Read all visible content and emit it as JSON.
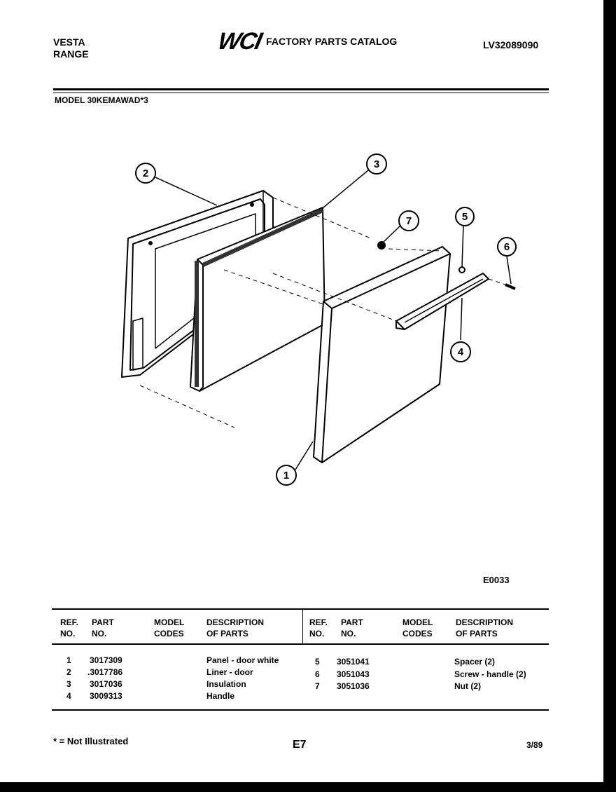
{
  "header": {
    "brand": "VESTA",
    "product": "RANGE",
    "logo_text": "WCI",
    "catalog_title": "FACTORY PARTS CATALOG",
    "catalog_number": "LV32089090"
  },
  "model": "MODEL 30KEMAWAD*3",
  "diagram": {
    "callouts": [
      "1",
      "2",
      "3",
      "4",
      "5",
      "6",
      "7"
    ],
    "code": "E0033"
  },
  "table": {
    "headers": {
      "ref_no": [
        "REF.",
        "NO."
      ],
      "part_no": [
        "PART",
        "NO."
      ],
      "model_codes": [
        "MODEL",
        "CODES"
      ],
      "description": [
        "DESCRIPTION",
        "OF PARTS"
      ]
    },
    "left_rows": [
      {
        "ref": "1",
        "part": "3017309",
        "codes": "",
        "desc": "Panel - door white"
      },
      {
        "ref": "2",
        "part": ".3017786",
        "codes": "",
        "desc": "Liner - door"
      },
      {
        "ref": "3",
        "part": "3017036",
        "codes": "",
        "desc": "Insulation"
      },
      {
        "ref": "4",
        "part": "3009313",
        "codes": "",
        "desc": "Handle"
      }
    ],
    "right_rows": [
      {
        "ref": "5",
        "part": "3051041",
        "codes": "",
        "desc": "Spacer (2)"
      },
      {
        "ref": "6",
        "part": "3051043",
        "codes": "",
        "desc": "Screw - handle (2)"
      },
      {
        "ref": "7",
        "part": "3051036",
        "codes": "",
        "desc": "Nut (2)"
      }
    ]
  },
  "footer": {
    "note": "* = Not Illustrated",
    "page": "E7",
    "date": "3/89"
  }
}
